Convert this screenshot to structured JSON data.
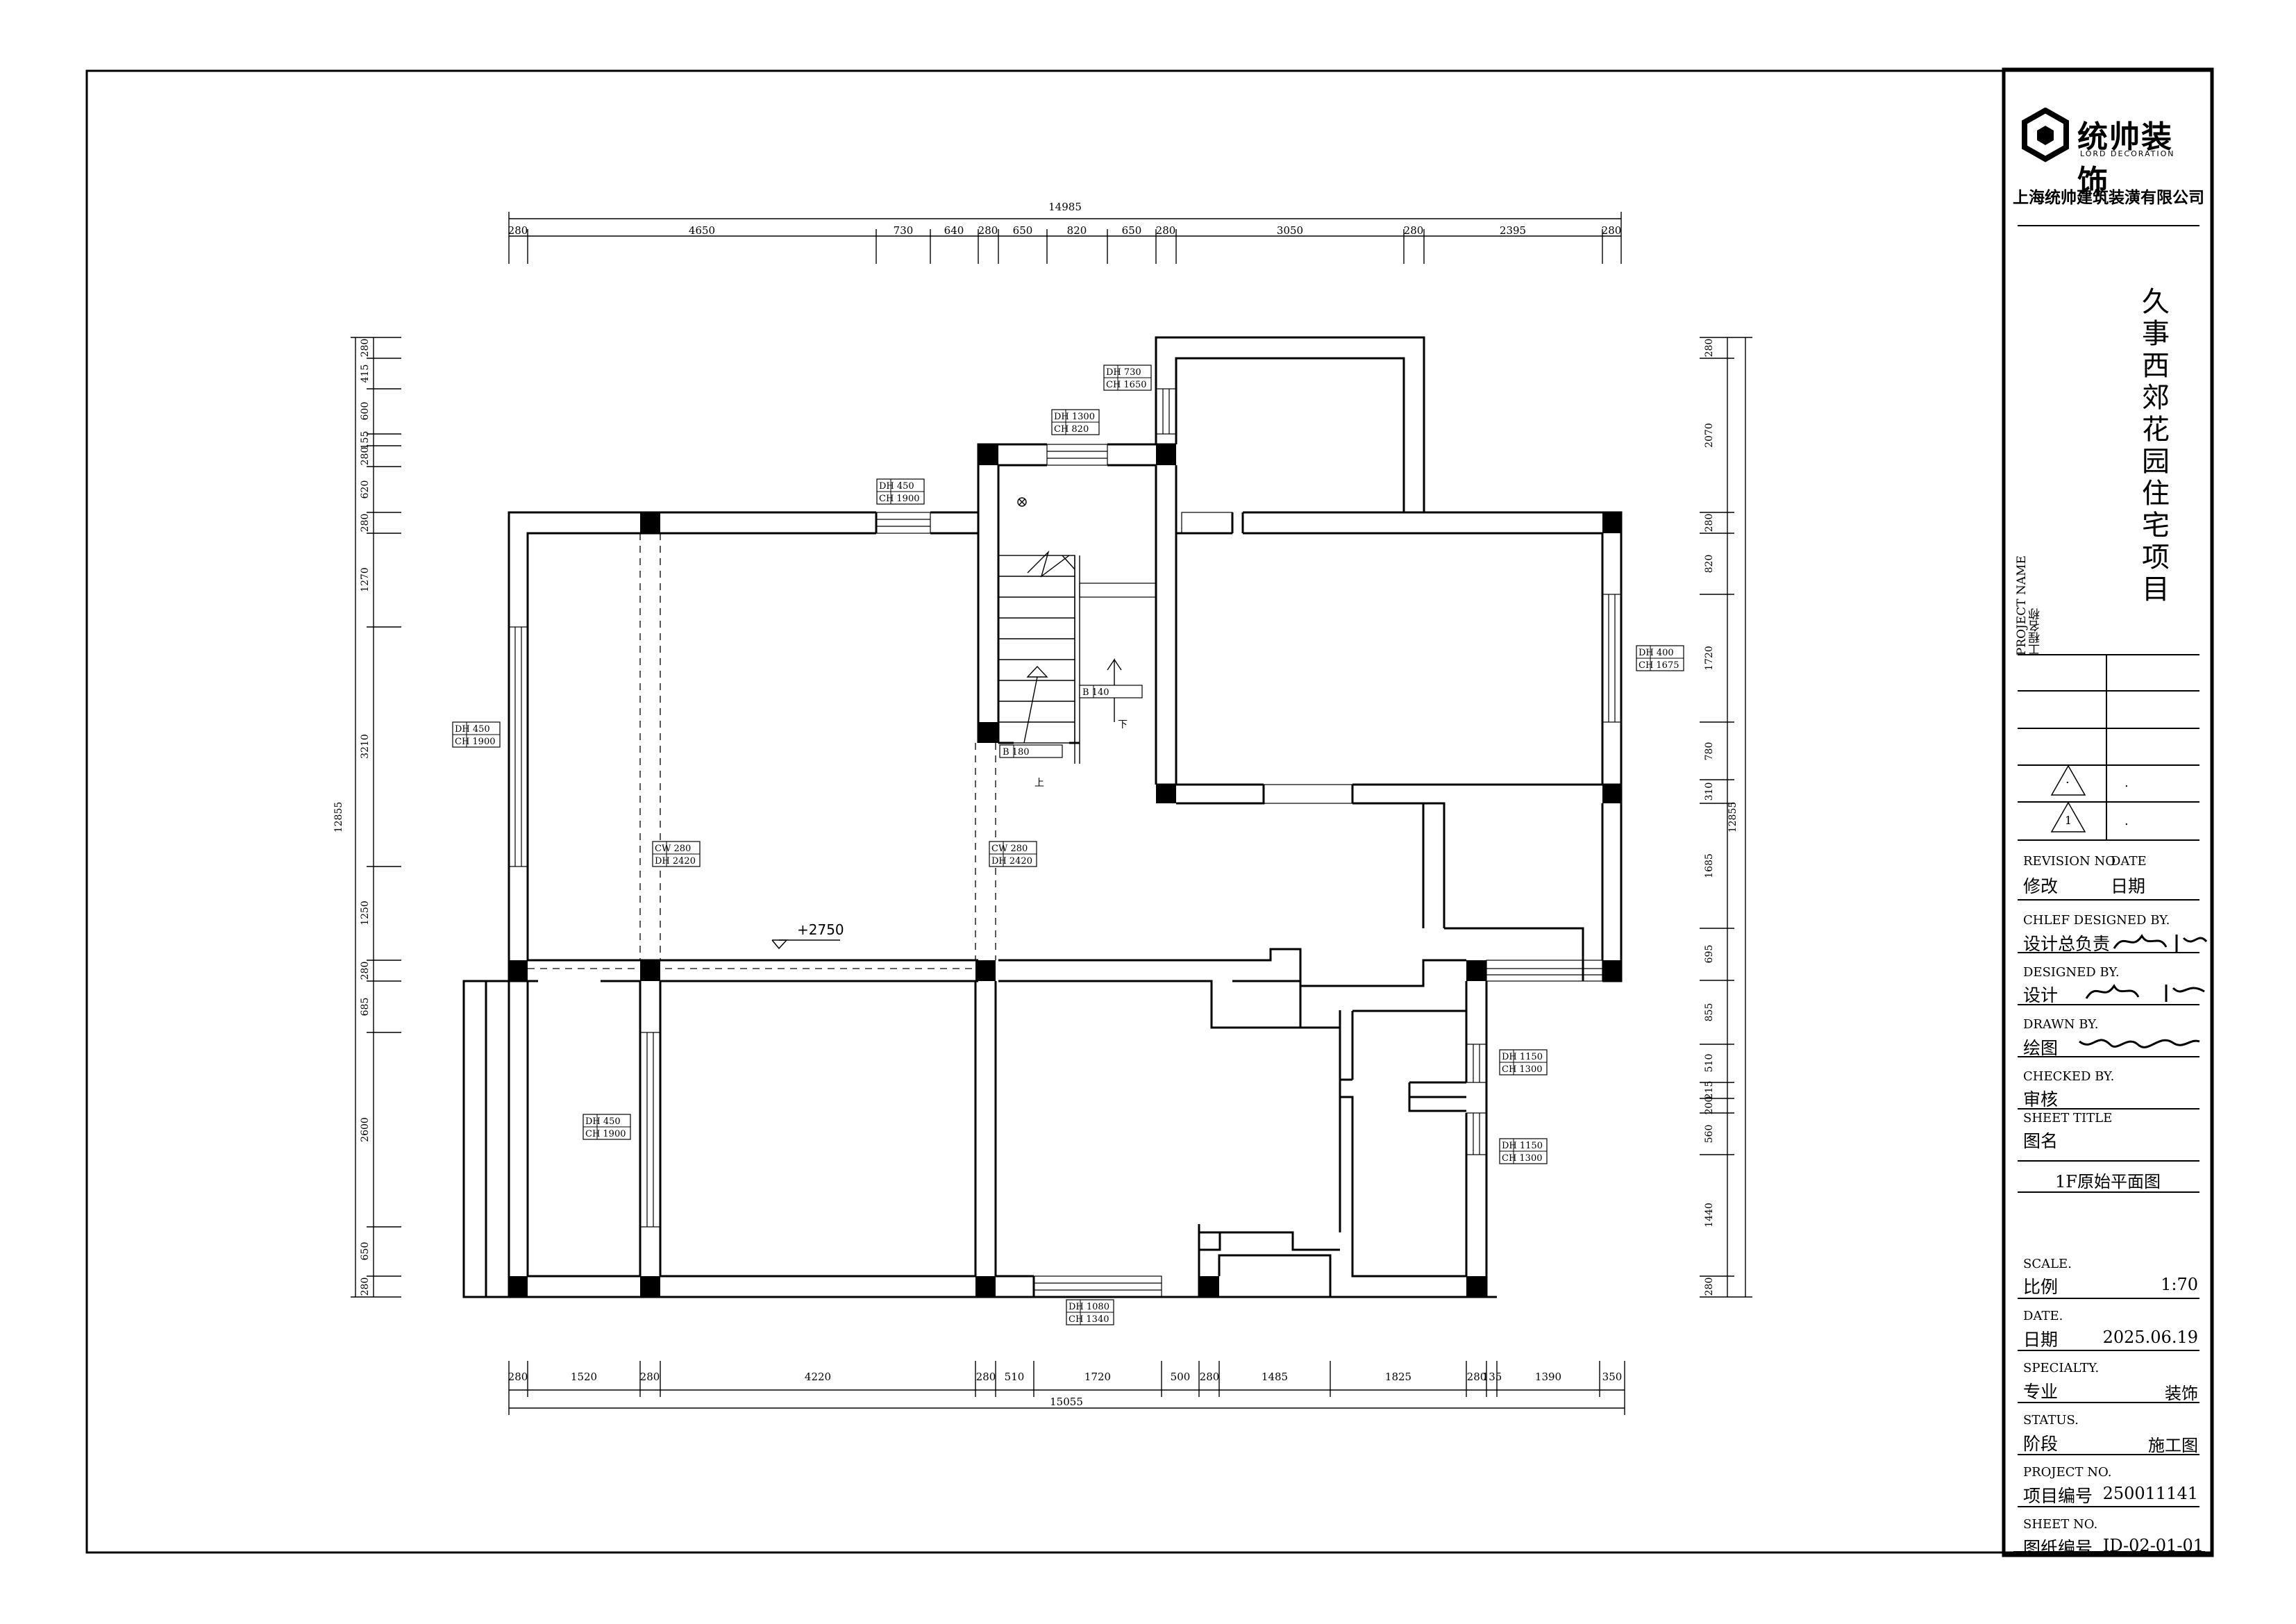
{
  "company": {
    "logo_name": "统帅装饰",
    "logo_subtitle": "LORD DECORATION",
    "full_name": "上海统帅建筑装潢有限公司"
  },
  "project": {
    "label_en": "PROJECT NAME",
    "label_cn": "工程名称",
    "name": "久事西郊花园住宅项目"
  },
  "revision": {
    "triangle_a": "·",
    "triangle_b": "1",
    "dot_a": ".",
    "dot_b": ".",
    "label_en": "REVISION NO",
    "label_cn": "修改",
    "date_en": "DATE",
    "date_cn": "日期"
  },
  "titleblock": {
    "chief_en": "CHLEF DESIGNED BY.",
    "chief_cn": "设计总负责",
    "designed_en": "DESIGNED BY.",
    "designed_cn": "设计",
    "drawn_en": "DRAWN BY.",
    "drawn_cn": "绘图",
    "checked_en": "CHECKED BY.",
    "checked_cn": "审核",
    "sheet_title_en": "SHEET TITLE",
    "sheet_title_cn": "图名",
    "sheet_title": "1F原始平面图",
    "scale_en": "SCALE.",
    "scale_cn": "比例",
    "scale": "1:70",
    "date_en": "DATE.",
    "date_cn": "日期",
    "date": "2025.06.19",
    "specialty_en": "SPECIALTY.",
    "specialty_cn": "专业",
    "specialty": "装饰",
    "status_en": "STATUS.",
    "status_cn": "阶段",
    "status": "施工图",
    "project_no_en": "PROJECT NO.",
    "project_no_cn": "项目编号",
    "project_no": "250011141",
    "sheet_no_en": "SHEET NO.",
    "sheet_no_cn": "图纸编号",
    "sheet_no": "ID-02-01-01"
  },
  "dimensions": {
    "top_total": "14985",
    "top": [
      "280",
      "4650",
      "730",
      "640",
      "280",
      "650",
      "820",
      "650",
      "280",
      "3050",
      "280",
      "2395",
      "280"
    ],
    "bottom_total": "15055",
    "bottom": [
      "280",
      "1520",
      "280",
      "4220",
      "280",
      "510",
      "1720",
      "500",
      "280",
      "1485",
      "1825",
      "280",
      "135",
      "1390",
      "350"
    ],
    "left_total": "12855",
    "left": [
      "280",
      "415",
      "600",
      "155",
      "280",
      "620",
      "280",
      "1270",
      "3210",
      "1250",
      "280",
      "685",
      "2600",
      "650",
      "280"
    ],
    "right_total": "12855",
    "right": [
      "280",
      "2070",
      "280",
      "820",
      "1720",
      "780",
      "310",
      "1685",
      "695",
      "855",
      "510",
      "215",
      "200",
      "560",
      "1440",
      "280"
    ]
  },
  "openings": [
    {
      "a": "DH 730",
      "b": "CH 1650"
    },
    {
      "a": "DH 1300",
      "b": "CH 820"
    },
    {
      "a": "DH 450",
      "b": "CH 1900"
    },
    {
      "a": "DH 400",
      "b": "CH 1675"
    },
    {
      "a": "DH 450",
      "b": "CH 1900"
    },
    {
      "a": "CW 280",
      "b": "DH 2420"
    },
    {
      "a": "CW 280",
      "b": "DH 2420"
    },
    {
      "a": "DH 450",
      "b": "CH 1900"
    },
    {
      "a": "DH 1150",
      "b": "CH 1300"
    },
    {
      "a": "DH 1150",
      "b": "CH 1300"
    },
    {
      "a": "DH 1080",
      "b": "CH 1340"
    }
  ],
  "beams": [
    {
      "a": "B 140"
    },
    {
      "a": "B 180"
    }
  ],
  "stair": {
    "up": "上",
    "down": "下"
  },
  "level_mark": "+2750"
}
